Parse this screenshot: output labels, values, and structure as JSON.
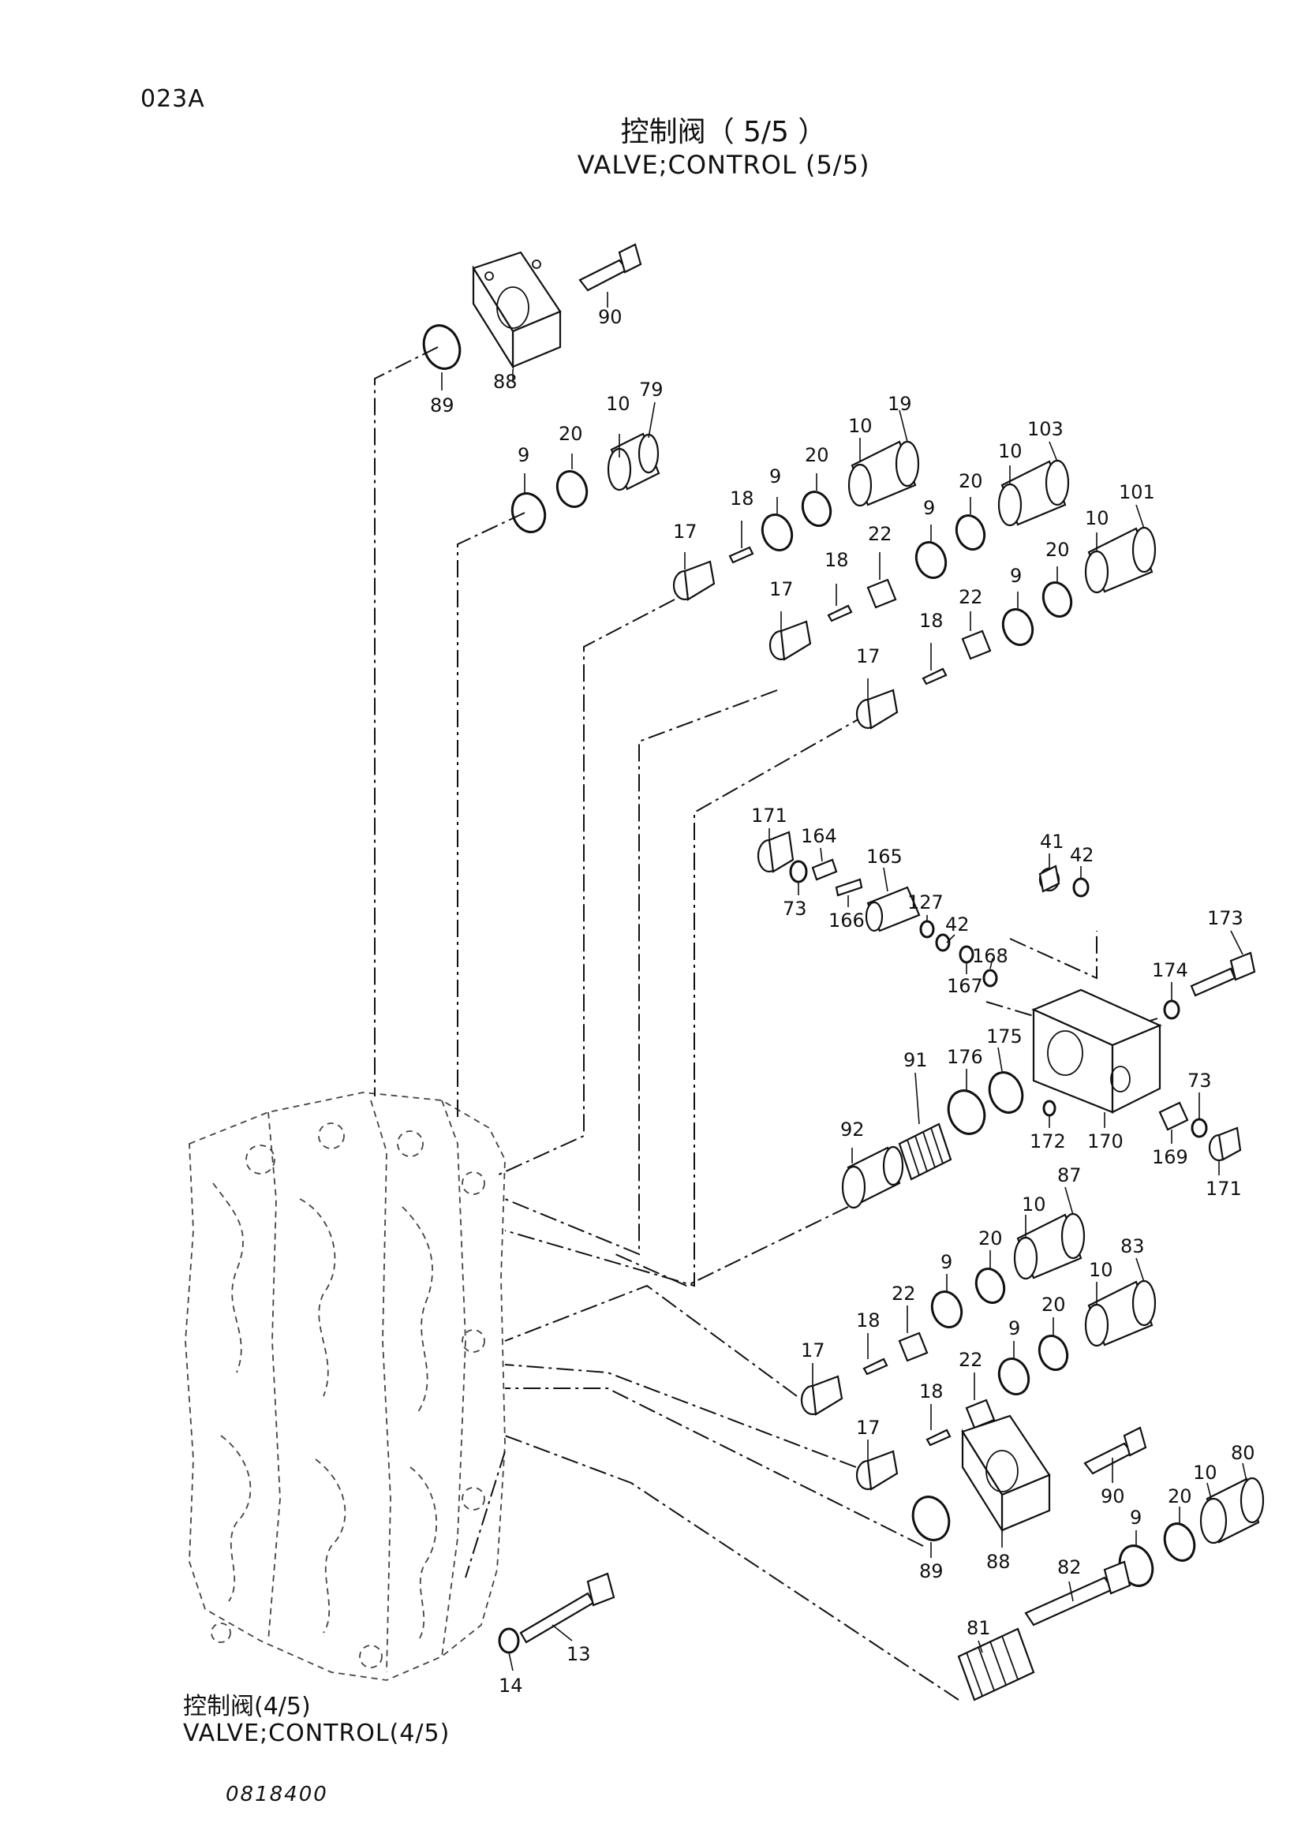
{
  "page": {
    "code": "023A",
    "title_cn": "控制阀（ 5/5 ）",
    "title_en": "VALVE;CONTROL (5/5)",
    "ref_cn": "控制阀(4/5)",
    "ref_en": "VALVE;CONTROL(4/5)",
    "drawing_no": "0818400"
  },
  "callouts": {
    "c90a": "90",
    "c88a": "88",
    "c89a": "89",
    "c10a": "10",
    "c79": "79",
    "c20a": "20",
    "c9a": "9",
    "c10b": "10",
    "c19": "19",
    "c20b": "20",
    "c9b": "9",
    "c18a": "18",
    "c17a": "17",
    "c10c": "10",
    "c103": "103",
    "c20c": "20",
    "c9c": "9",
    "c22a": "22",
    "c18b": "18",
    "c17b": "17",
    "c10d": "10",
    "c101": "101",
    "c20d": "20",
    "c9d": "9",
    "c22b": "22",
    "c18c": "18",
    "c17c": "17",
    "c171a": "171",
    "c164": "164",
    "c73a": "73",
    "c165": "165",
    "c166": "166",
    "c127": "127",
    "c42a": "42",
    "c167": "167",
    "c168": "168",
    "c41": "41",
    "c42b": "42",
    "c173": "173",
    "c174": "174",
    "c176": "176",
    "c175": "175",
    "c172": "172",
    "c170": "170",
    "c73b": "73",
    "c169": "169",
    "c171b": "171",
    "c92": "92",
    "c91": "91",
    "c10e": "10",
    "c87": "87",
    "c20e": "20",
    "c9e": "9",
    "c22c": "22",
    "c18d": "18",
    "c10f": "10",
    "c83": "83",
    "c20f": "20",
    "c9f": "9",
    "c17d": "17",
    "c22d": "22",
    "c18e": "18",
    "c17e": "17",
    "c90b": "90",
    "c88b": "88",
    "c89b": "89",
    "c82": "82",
    "c9g": "9",
    "c20g": "20",
    "c10g": "10",
    "c80": "80",
    "c81": "81",
    "c13": "13",
    "c14": "14"
  }
}
